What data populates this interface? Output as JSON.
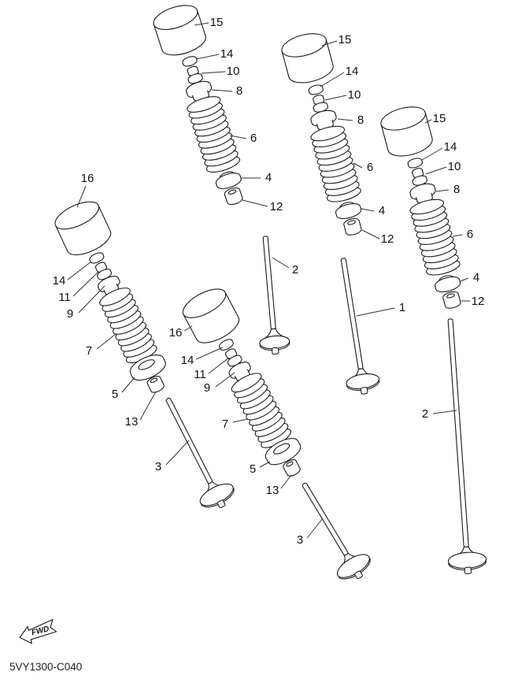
{
  "diagram": {
    "code": "5VY1300-C040",
    "fwd": "FWD",
    "colors": {
      "background": "#ffffff",
      "line": "#1a1a1a"
    },
    "callouts": [
      "15",
      "14",
      "10",
      "8",
      "6",
      "4",
      "12",
      "15",
      "14",
      "10",
      "8",
      "6",
      "4",
      "12",
      "15",
      "14",
      "10",
      "8",
      "6",
      "4",
      "12",
      "16",
      "14",
      "11",
      "9",
      "7",
      "5",
      "13",
      "2",
      "16",
      "14",
      "11",
      "9",
      "7",
      "1",
      "5",
      "13",
      "3",
      "2",
      "3"
    ]
  }
}
